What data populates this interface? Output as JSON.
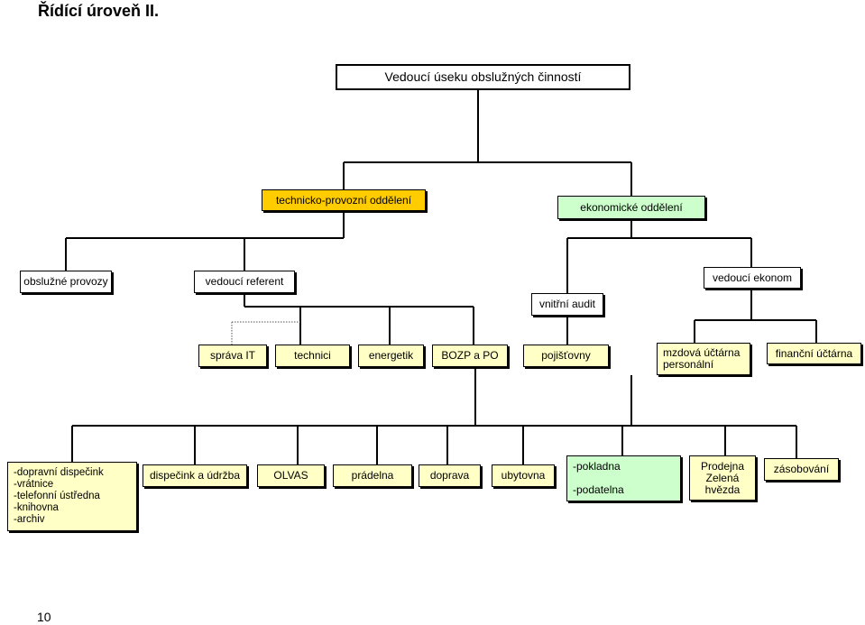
{
  "page": {
    "title": "Řídící úroveň II.",
    "page_number": "10"
  },
  "colors": {
    "management": "#ffcc00",
    "economic": "#ccffcc",
    "unit": "#ffffc6"
  },
  "nodes": {
    "head": "Vedoucí úseku obslužných činností",
    "tech_dept": "technicko-provozní oddělení",
    "econ_dept": "ekonomické oddělení",
    "service_ops": "obslužné provozy",
    "lead_referent": "vedoucí referent",
    "internal_audit": "vnitřní audit",
    "lead_economist": "vedoucí ekonom",
    "it_admin": "správa IT",
    "technicians": "technici",
    "energy": "energetik",
    "bozp": "BOZP a PO",
    "insurance": "pojišťovny",
    "payroll": "mzdová účtárna\npersonální",
    "finance": "finanční účtárna",
    "dispatch_list": "-dopravní dispečink\n-vrátnice\n-telefonní ústředna\n-knihovna\n-archiv",
    "dispatch_maint": "dispečink a údržba",
    "olvas": "OLVAS",
    "laundry": "prádelna",
    "transport": "doprava",
    "lodging": "ubytovna",
    "cash": "-pokladna\n\n-podatelna",
    "shop": "Prodejna\nZelená\nhvězda",
    "supply": "zásobování"
  }
}
